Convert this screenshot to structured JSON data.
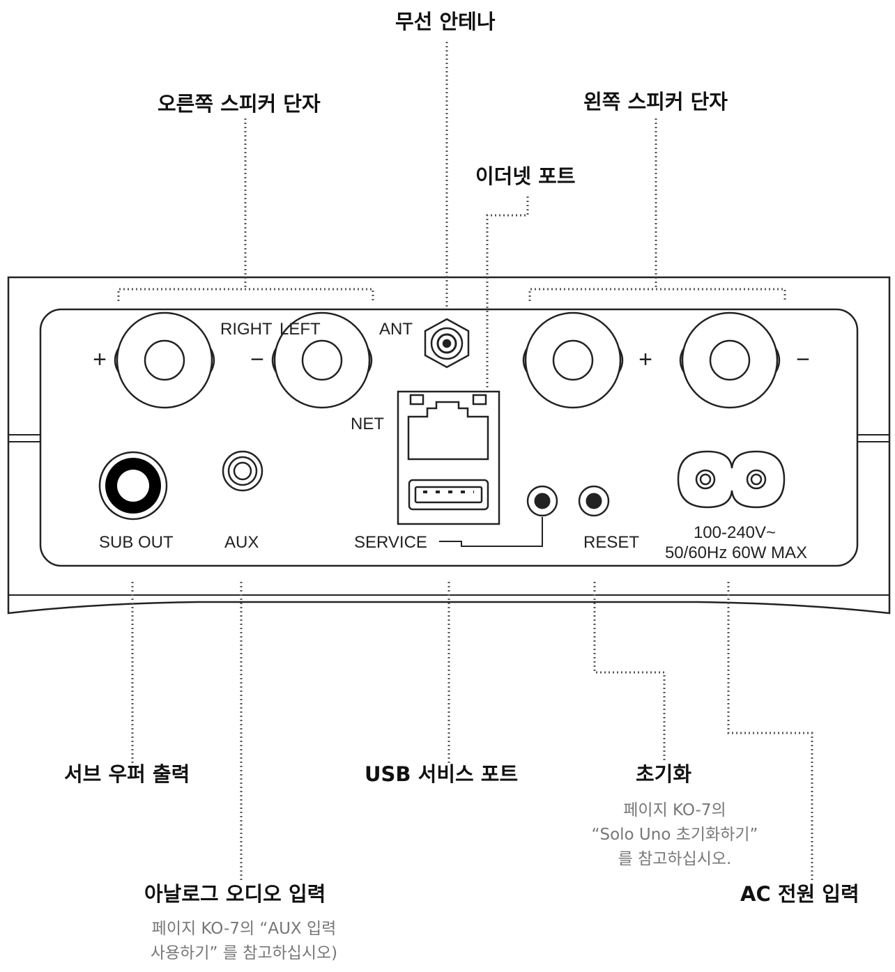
{
  "callouts": {
    "antenna": "무선 안테나",
    "right_speaker": "오른쪽 스피커 단자",
    "left_speaker": "왼쪽 스피커 단자",
    "ethernet": "이더넷 포트",
    "subwoofer": "서브 우퍼 출력",
    "usb_service": "USB 서비스 포트",
    "reset": "초기화",
    "reset_note_1": "페이지 KO-7의",
    "reset_note_2": "“Solo Uno 초기화하기”",
    "reset_note_3": "를 참고하십시오.",
    "aux_input": "아날로그 오디오 입력",
    "aux_note_1": "페이지 KO-7의  “AUX 입력",
    "aux_note_2": "사용하기” 를 참고하십시오)",
    "ac_input": "AC 전원 입력"
  },
  "panel": {
    "plus_right": "+",
    "minus_right": "−",
    "plus_left": "+",
    "minus_left": "−",
    "right": "RIGHT",
    "left": "LEFT",
    "ant": "ANT",
    "net": "NET",
    "sub_out": "SUB OUT",
    "aux": "AUX",
    "service": "SERVICE",
    "reset": "RESET",
    "voltage": "100-240V~",
    "power": "50/60Hz 60W MAX"
  },
  "colors": {
    "line": "#222222",
    "leader": "#555555",
    "note": "#777777"
  }
}
